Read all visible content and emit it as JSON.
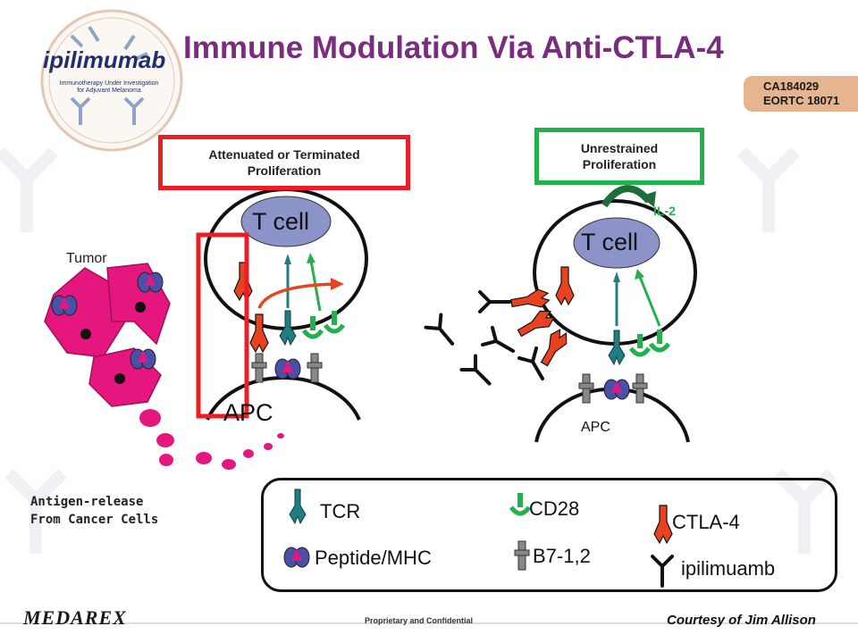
{
  "title": "Immune Modulation Via Anti-CTLA-4",
  "badge": {
    "line1": "CA184029",
    "line2": "EORTC 18071"
  },
  "logo": {
    "name": "ipilimumab",
    "tagline": "Immunotherapy Under Investigation for Adjuvant Melanoma"
  },
  "left_panel": {
    "outcome": "Attenuated or Terminated Proliferation",
    "tcell": "T cell",
    "apc": "APC",
    "tumor": "Tumor"
  },
  "right_panel": {
    "outcome": "Unrestrained Proliferation",
    "tcell": "T cell",
    "apc": "APC",
    "cytokine": "IL-2"
  },
  "antigen_release": {
    "line1": "Antigen-release",
    "line2": "From Cancer Cells"
  },
  "legend": {
    "tcr": "TCR",
    "peptide_mhc": "Peptide/MHC",
    "cd28": "CD28",
    "b7": "B7-1,2",
    "ctla4": "CTLA-4",
    "ipilimumab": "ipilimuamb"
  },
  "footer": {
    "company": "MEDAREX",
    "confidential": "Proprietary and Confidential",
    "credit": "Courtesy of Jim Allison"
  },
  "colors": {
    "title": "#7a2d7e",
    "ctla4": "#e8431e",
    "tcr": "#1f7f80",
    "cd28": "#22b14c",
    "mhc": "#4a4fa8",
    "peptide": "#e5177f",
    "tumor": "#e5177f",
    "redbox": "#ee1c25",
    "greenbox": "#22b14c",
    "tcell_fill": "#8c93c9"
  }
}
